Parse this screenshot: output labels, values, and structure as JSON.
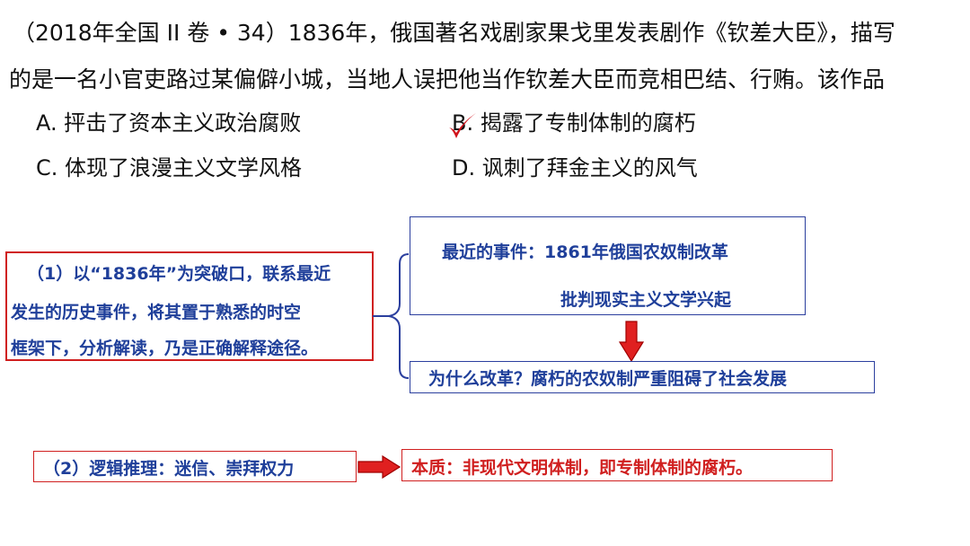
{
  "question": {
    "line1": "（2018年全国 II 卷 • 34）1836年，俄国著名戏剧家果戈里发表剧作《钦差大臣》，描写",
    "line2": "的是一名小官吏路过某偏僻小城，当地人误把他当作钦差大臣而竞相巴结、行贿。该作品"
  },
  "options": [
    {
      "label": "A. 抨击了资本主义政治腐败"
    },
    {
      "label": "B. 揭露了专制体制的腐朽"
    },
    {
      "label": "C. 体现了浪漫主义文学风格"
    },
    {
      "label": "D. 讽刺了拜金主义的风气"
    }
  ],
  "answer_mark": "✓",
  "analysis": {
    "method_box": {
      "line1": "（1）以“1836年”为突破口，联系最近",
      "line2": "发生的历史事件，将其置于熟悉的时空",
      "line3": "框架下，分析解读，乃是正确解释途径。"
    },
    "event_box": {
      "line1": "最近的事件：1861年俄国农奴制改革",
      "line2": "批判现实主义文学兴起"
    },
    "reason_box": "为什么改革？腐朽的农奴制严重阻碍了社会发展",
    "logic_box": "（2）逻辑推理：迷信、崇拜权力",
    "essence_box": "本质：非现代文明体制，即专制体制的腐朽。"
  },
  "colors": {
    "blue_border": "#2b3f9e",
    "blue_text": "#1f3f9a",
    "red": "#d01f1f",
    "check": "#d0121b"
  }
}
